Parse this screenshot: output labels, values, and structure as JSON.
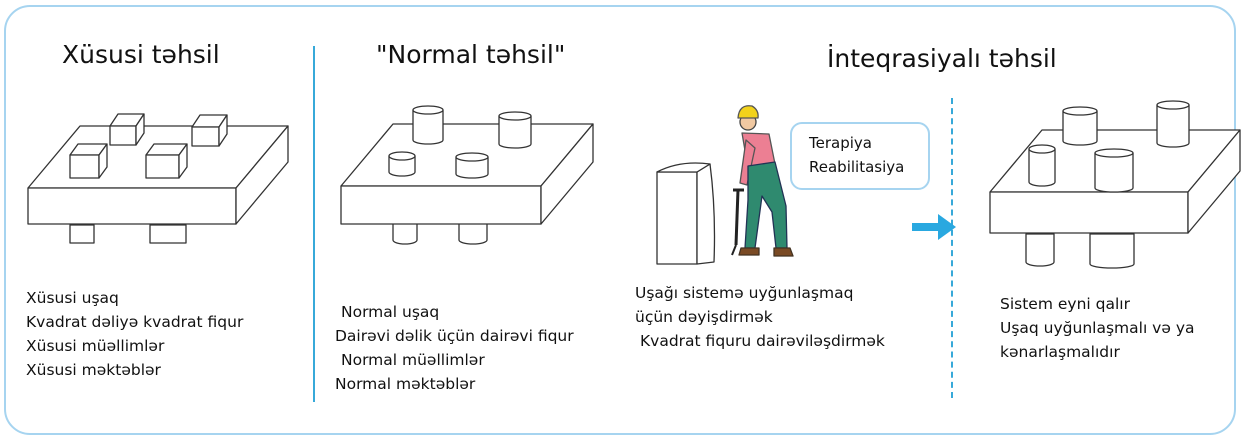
{
  "panels": [
    {
      "title": "Xüsusi təhsil",
      "items": [
        "Xüsusi uşaq",
        "Kvadrat dəliyə kvadrat fiqur",
        "Xüsusi müəllimlər",
        "Xüsusi məktəblər"
      ]
    },
    {
      "title": "\"Normal təhsil\"",
      "items": [
        "Normal uşaq",
        "Dairəvi dəlik üçün dairəvi fiqur",
        "Normal müəllimlər",
        "Normal məktəblər"
      ]
    },
    {
      "title": "İnteqrasiyalı təhsil",
      "therapy_box": [
        "Terapiya",
        "Reabilitasiya"
      ],
      "left_items": [
        "Uşağı sistemə uyğunlaşmaq",
        "üçün dəyişdirmək",
        "Kvadrat fiquru dairəviləşdirmək"
      ],
      "right_items": [
        "Sistem eyni qalır",
        "Uşaq uyğunlaşmalı və ya",
        "kənarlaşmalıdır"
      ]
    }
  ],
  "colors": {
    "frame": "#a6d4f0",
    "divider": "#37a9d9",
    "arrow": "#29a8e0",
    "helmet": "#f2d21b",
    "shirt": "#ec7f93",
    "pants": "#2f8a6f"
  }
}
